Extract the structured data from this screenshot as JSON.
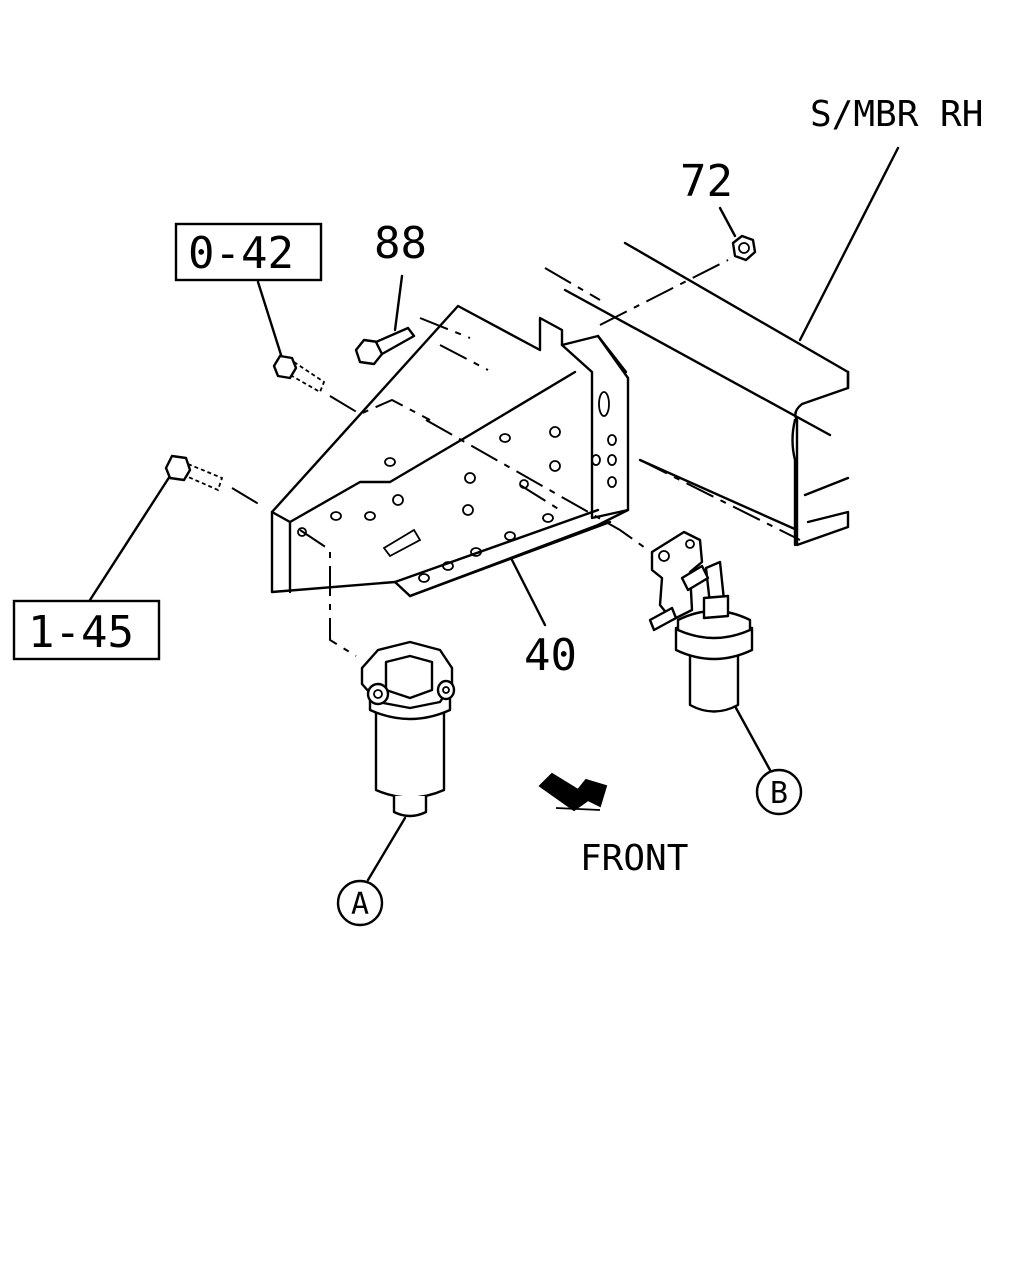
{
  "labels": {
    "frame_member": "S/MBR RH",
    "part_72": "72",
    "part_88": "88",
    "ref_0_42": "0-42",
    "ref_1_45": "1-45",
    "part_40": "40",
    "callout_a": "A",
    "callout_b": "B",
    "direction": "FRONT"
  },
  "icons": {
    "direction_arrow": "front-arrow-icon"
  }
}
